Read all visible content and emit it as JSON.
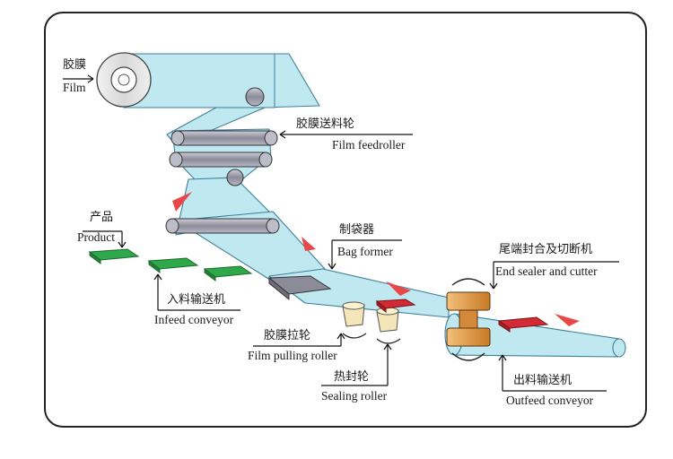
{
  "diagram": {
    "labels": {
      "film_zh": "胶膜",
      "film_en": "Film",
      "film_feedroller_zh": "胶膜送料轮",
      "film_feedroller_en": "Film feedroller",
      "product_zh": "产品",
      "product_en": "Product",
      "bag_former_zh": "制袋器",
      "bag_former_en": "Bag former",
      "end_sealer_zh": "尾端封合及切断机",
      "end_sealer_en": "End sealer and cutter",
      "infeed_conveyor_zh": "入料输送机",
      "infeed_conveyor_en": "Infeed conveyor",
      "film_pulling_roller_zh": "胶膜拉轮",
      "film_pulling_roller_en": "Film pulling roller",
      "sealing_roller_zh": "热封轮",
      "sealing_roller_en": "Sealing roller",
      "outfeed_conveyor_zh": "出料输送机",
      "outfeed_conveyor_en": "Outfeed conveyor"
    },
    "colors": {
      "film": "#bfe8f0",
      "film_edge": "#3f7f99",
      "roller": "#9a9aa8",
      "product": "#2ea84a",
      "sealed_bag": "#d22b35",
      "flow_arrow": "#e84848",
      "cutter": "#e09a3a",
      "frame": "#222222"
    }
  }
}
